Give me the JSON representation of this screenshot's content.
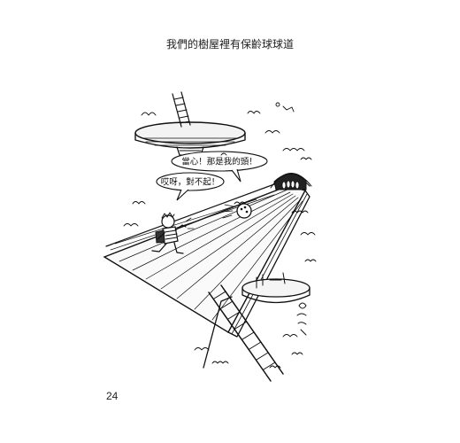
{
  "header": {
    "title": "我們的樹屋裡有保齡球球道"
  },
  "illustration": {
    "speech_bubbles": [
      {
        "text": "當心！那是我的頭！"
      },
      {
        "text": "哎呀，對不起！"
      }
    ]
  },
  "footer": {
    "page_number": "24"
  }
}
